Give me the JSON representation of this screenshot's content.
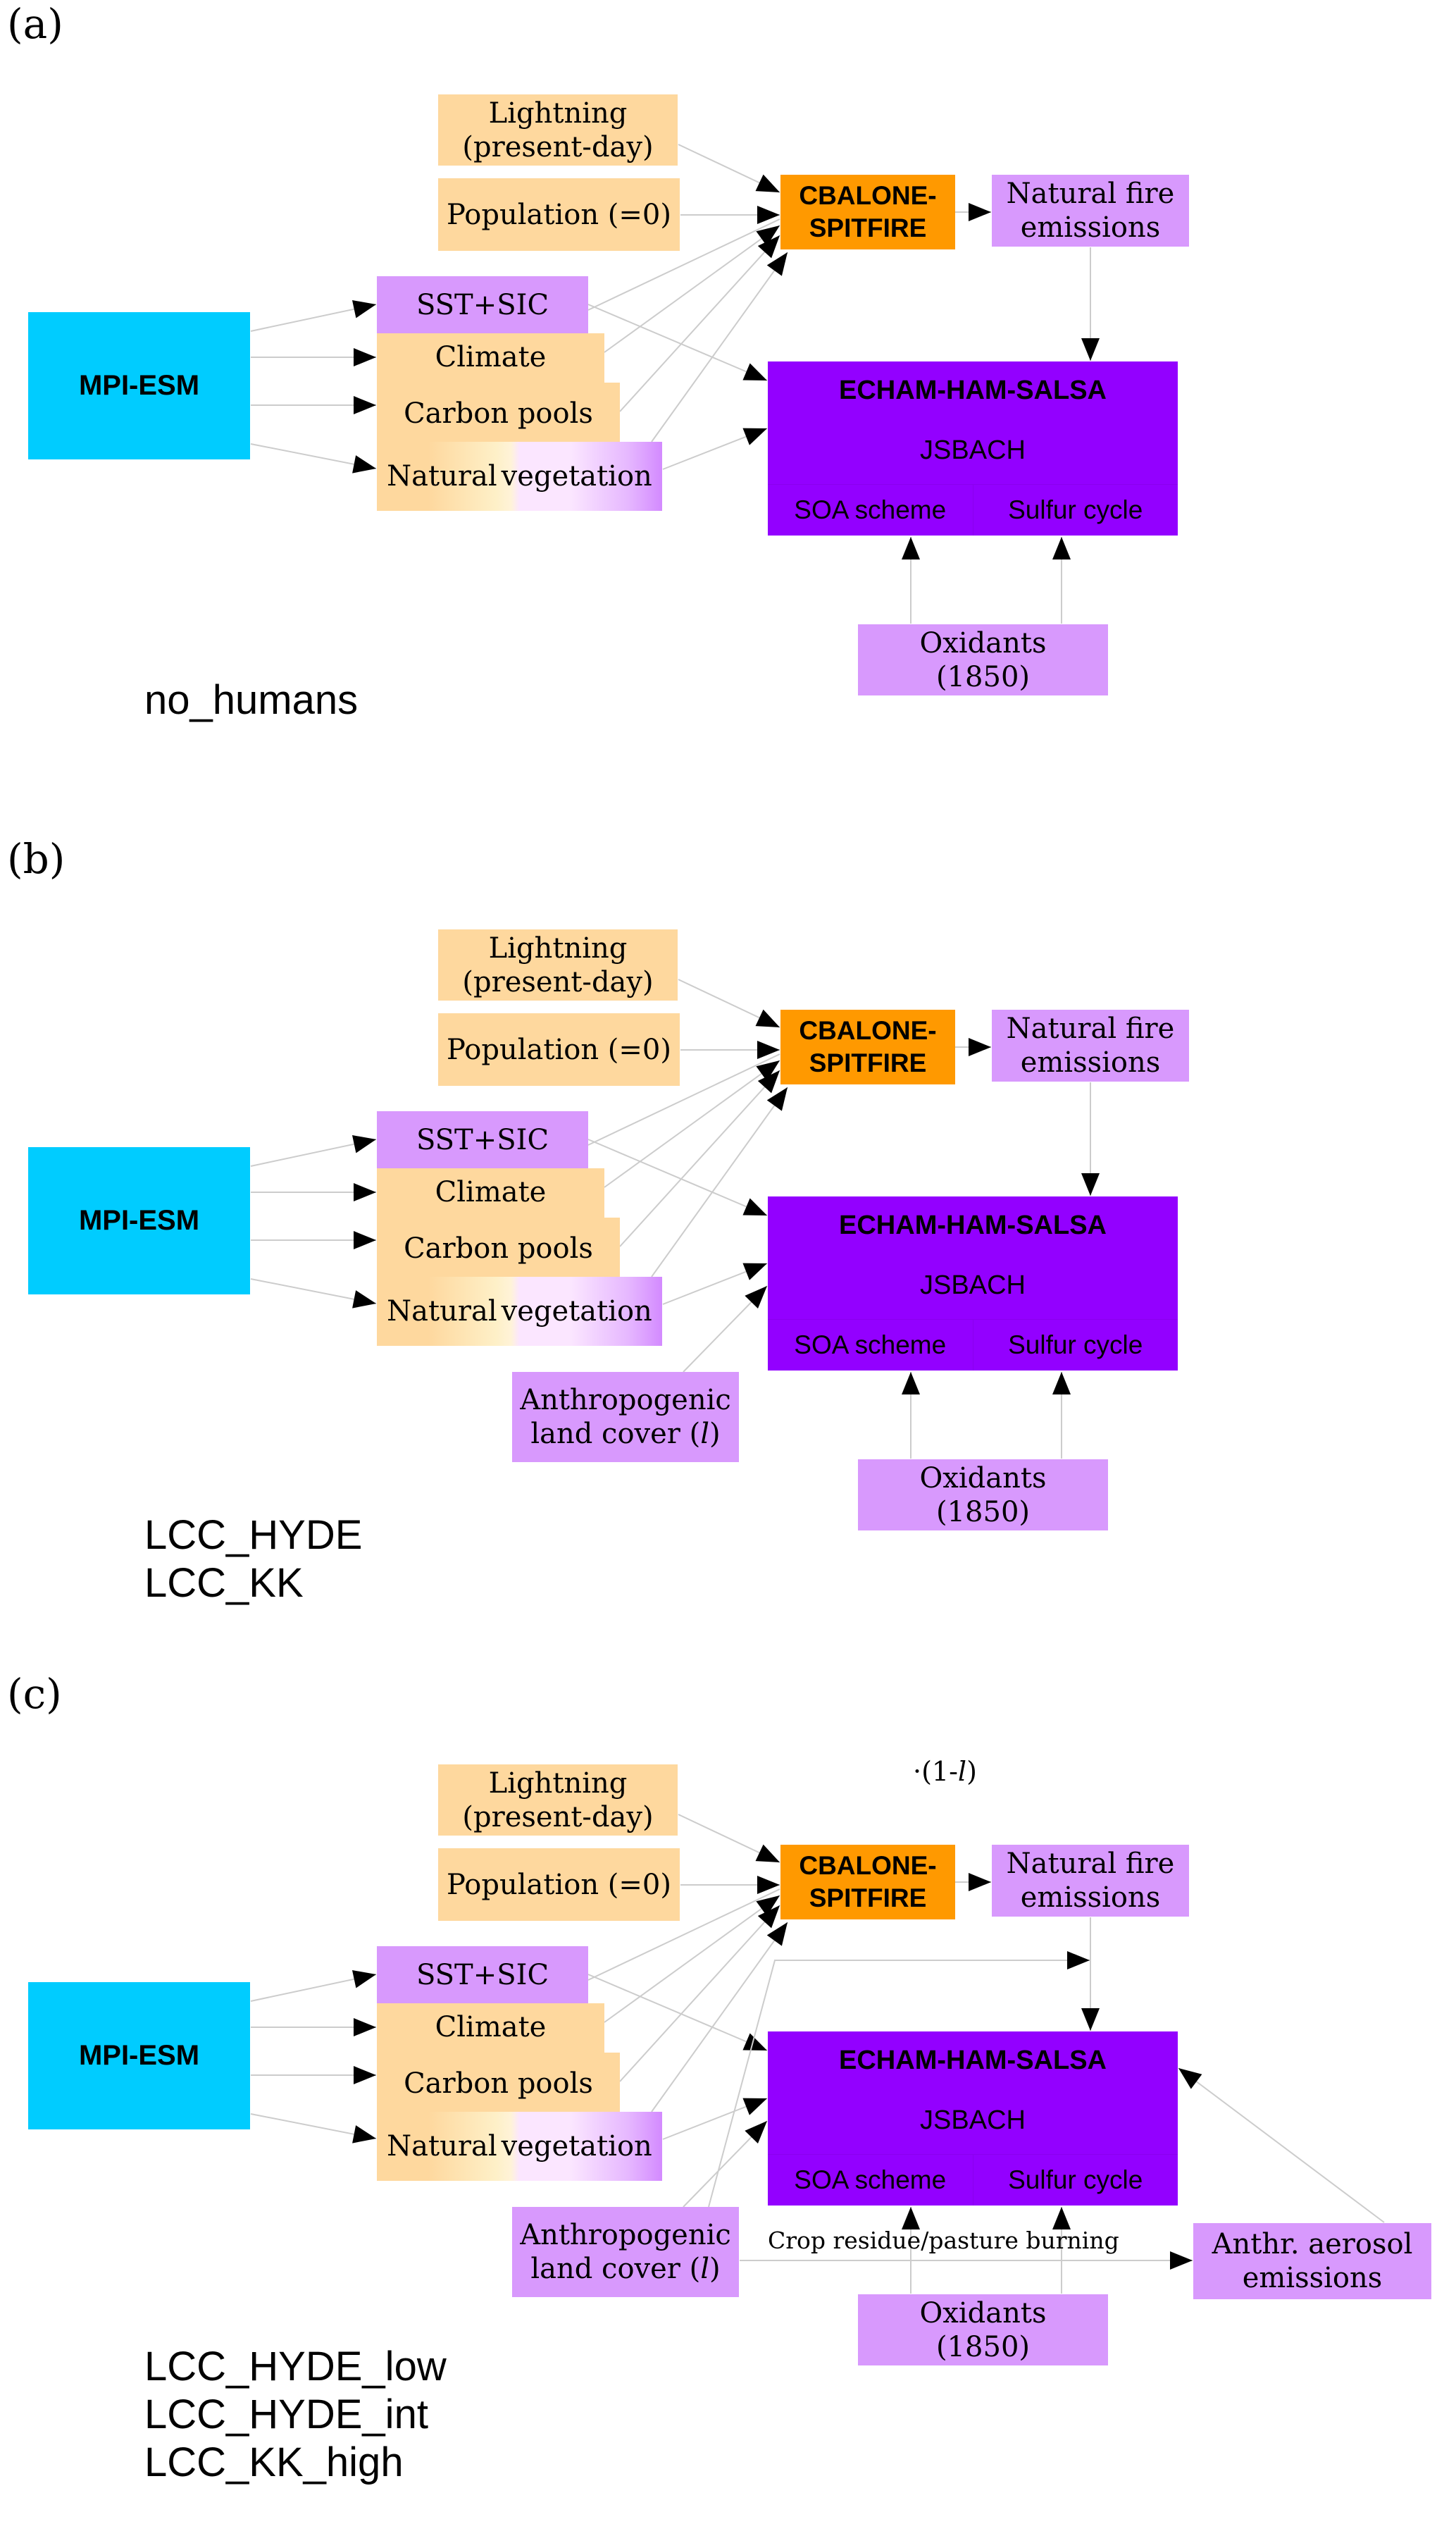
{
  "panels": [
    {
      "label": "(a)",
      "nodes": {
        "mpi_esm": "MPI-ESM",
        "lightning": [
          "Lightning",
          "(present-day)"
        ],
        "population": "Population (=0)",
        "sst_sic": "SST+SIC",
        "climate": "Climate",
        "carbon_pools": "Carbon pools",
        "natural_vegetation": [
          "Natural",
          "vegetation"
        ],
        "cbalone": [
          "CBALONE-",
          "SPITFIRE"
        ],
        "natural_fire": [
          "Natural fire",
          "emissions"
        ],
        "echam": {
          "title": "ECHAM-HAM-SALSA",
          "jsbach": "JSBACH",
          "soa": "SOA scheme",
          "sulfur": "Sulfur cycle"
        },
        "oxidants": [
          "Oxidants",
          "(1850)"
        ]
      },
      "scenarios": [
        "no_humans"
      ]
    },
    {
      "label": "(b)",
      "nodes": {
        "mpi_esm": "MPI-ESM",
        "lightning": [
          "Lightning",
          "(present-day)"
        ],
        "population": "Population (=0)",
        "sst_sic": "SST+SIC",
        "climate": "Climate",
        "carbon_pools": "Carbon pools",
        "natural_vegetation": [
          "Natural",
          "vegetation"
        ],
        "cbalone": [
          "CBALONE-",
          "SPITFIRE"
        ],
        "natural_fire": [
          "Natural fire",
          "emissions"
        ],
        "echam": {
          "title": "ECHAM-HAM-SALSA",
          "jsbach": "JSBACH",
          "soa": "SOA scheme",
          "sulfur": "Sulfur cycle"
        },
        "oxidants": [
          "Oxidants",
          "(1850)"
        ],
        "anthro_land": [
          "Anthropogenic",
          "land cover (",
          "l",
          ")"
        ]
      },
      "scenarios": [
        "LCC_HYDE",
        "LCC_KK"
      ]
    },
    {
      "label": "(c)",
      "nodes": {
        "mpi_esm": "MPI-ESM",
        "lightning": [
          "Lightning",
          "(present-day)"
        ],
        "population": "Population (=0)",
        "sst_sic": "SST+SIC",
        "climate": "Climate",
        "carbon_pools": "Carbon pools",
        "natural_vegetation": [
          "Natural",
          "vegetation"
        ],
        "cbalone": [
          "CBALONE-",
          "SPITFIRE"
        ],
        "natural_fire": [
          "Natural fire",
          "emissions"
        ],
        "echam": {
          "title": "ECHAM-HAM-SALSA",
          "jsbach": "JSBACH",
          "soa": "SOA scheme",
          "sulfur": "Sulfur cycle"
        },
        "oxidants": [
          "Oxidants",
          "(1850)"
        ],
        "anthro_land": [
          "Anthropogenic",
          "land cover (",
          "l",
          ")"
        ],
        "anthr_aerosol": [
          "Anthr. aerosol",
          "emissions"
        ]
      },
      "edge_labels": {
        "one_minus_l_prefix": "·(1-",
        "one_minus_l_var": "l",
        "one_minus_l_suffix": ")",
        "crop_residue": "Crop residue/pasture burning"
      },
      "scenarios": [
        "LCC_HYDE_low",
        "LCC_HYDE_int",
        "LCC_KK_high"
      ]
    }
  ],
  "colors": {
    "input_peach": "#fed89e",
    "input_lilac": "#d899fd",
    "mpi_esm_cyan": "#00ccff",
    "cbalone_orange": "#ff9900",
    "echam_violet": "#9300ff",
    "edge_gray": "#cccccc",
    "arrowhead": "#000000"
  }
}
